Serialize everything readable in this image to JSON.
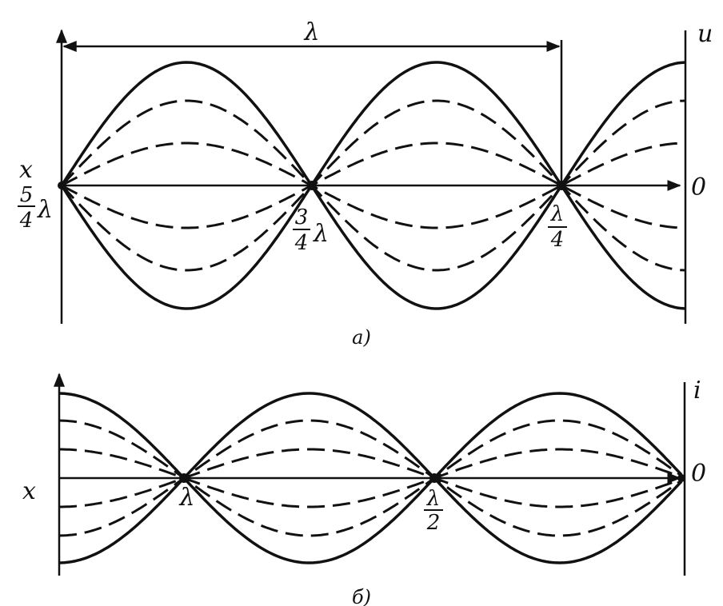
{
  "diagram_a": {
    "caption": "a)",
    "span_label": "λ",
    "vertical_label": "u",
    "axis_label": "x",
    "origin_label": "0",
    "left_node": {
      "numerator": "5",
      "denominator": "4",
      "suffix": "λ"
    },
    "middle_node": {
      "numerator": "3",
      "denominator": "4",
      "suffix": "λ"
    },
    "right_node": {
      "numerator": "λ",
      "denominator": "4"
    }
  },
  "diagram_b": {
    "caption": "б)",
    "vertical_label": "i",
    "axis_label": "x",
    "origin_label": "0",
    "node_1": "λ",
    "node_2": {
      "numerator": "λ",
      "denominator": "2"
    }
  },
  "colors": {
    "ink": "#111111",
    "background": "#ffffff"
  }
}
